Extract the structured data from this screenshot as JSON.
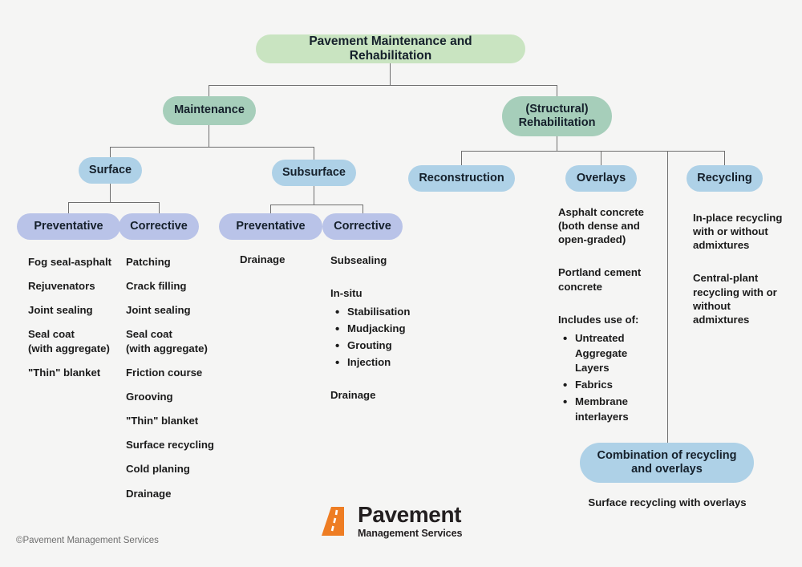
{
  "meta": {
    "background": "#f5f5f4",
    "line_color": "#6f6f6f",
    "copyright": "©Pavement Management Services"
  },
  "logo": {
    "name": "pavement-management-services-logo",
    "line1": "Pavement",
    "line2": "Management Services",
    "mark_color": "#ee7d23",
    "mark_name": "road-mark-icon"
  },
  "nodes": {
    "root": {
      "label": "Pavement Maintenance and Rehabilitation",
      "color": "#c9e4c1"
    },
    "maintenance": {
      "label": "Maintenance",
      "color": "#a6ceba"
    },
    "rehabilitation": {
      "label": "(Structural)\nRehabilitation",
      "color": "#a6ceba"
    },
    "surface": {
      "label": "Surface",
      "color": "#aed1e7"
    },
    "subsurface": {
      "label": "Subsurface",
      "color": "#aed1e7"
    },
    "surface_preventative": {
      "label": "Preventative",
      "color": "#b9c3e8"
    },
    "surface_corrective": {
      "label": "Corrective",
      "color": "#b9c3e8"
    },
    "subsurface_preventative": {
      "label": "Preventative",
      "color": "#b9c3e8"
    },
    "subsurface_corrective": {
      "label": "Corrective",
      "color": "#b9c3e8"
    },
    "reconstruction": {
      "label": "Reconstruction",
      "color": "#aed1e7"
    },
    "overlays": {
      "label": "Overlays",
      "color": "#aed1e7"
    },
    "recycling": {
      "label": "Recycling",
      "color": "#aed1e7"
    },
    "combination": {
      "label": "Combination of recycling\nand overlays",
      "color": "#aed1e7"
    }
  },
  "lists": {
    "surface_preventative": [
      "Fog seal-asphalt",
      "Rejuvenators",
      "Joint sealing",
      "Seal coat\n(with aggregate)",
      "\"Thin\" blanket"
    ],
    "surface_corrective": [
      "Patching",
      "Crack filling",
      "Joint sealing",
      "Seal coat\n(with aggregate)",
      "Friction course",
      "Grooving",
      "\"Thin\" blanket",
      "Surface recycling",
      "Cold planing",
      "Drainage"
    ],
    "subsurface_preventative": [
      "Drainage"
    ],
    "subsurface_corrective": {
      "first": "Subsealing",
      "group_label": "In-situ",
      "bullets": [
        "Stabilisation",
        "Mudjacking",
        "Grouting",
        "Injection"
      ],
      "last": "Drainage"
    },
    "overlays": {
      "item1": "Asphalt concrete\n(both dense and\nopen-graded)",
      "item2": "Portland cement\nconcrete",
      "group_label": "Includes use of:",
      "bullets": [
        "Untreated\nAggregate\nLayers",
        "Fabrics",
        "Membrane\ninterlayers"
      ]
    },
    "recycling": [
      "In-place recycling\nwith or without\nadmixtures",
      "Central-plant\nrecycling with or\nwithout\nadmixtures"
    ]
  },
  "combination_caption": "Surface recycling with overlays"
}
